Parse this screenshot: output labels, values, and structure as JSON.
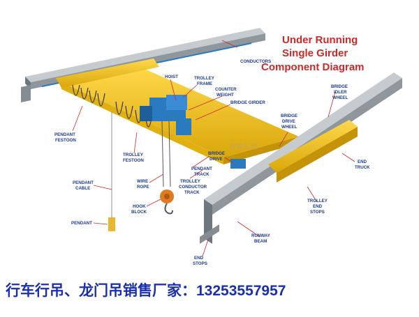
{
  "title": [
    "Under Running",
    "Single Girder",
    "Component Diagram"
  ],
  "labels": {
    "conductors": "CONDUCTORS",
    "hoist": "HOIST",
    "trolley_frame": [
      "TROLLEY",
      "FRAME"
    ],
    "counter_weight": [
      "COUNTER",
      "WEIGHT"
    ],
    "bridge_girder": "BRIDGE GIRDER",
    "bridge_idler_wheel": [
      "BRIDGE",
      "IDLER",
      "WHEEL"
    ],
    "bridge_drive_wheel": [
      "BRIDGE",
      "DRIVE",
      "WHEEL"
    ],
    "pendant_festoon": [
      "PENDANT",
      "FESTOON"
    ],
    "trolley_festoon": [
      "TROLLEY",
      "FESTOON"
    ],
    "bridge_drive": [
      "BRIDGE",
      "DRIVE"
    ],
    "pendant_track": [
      "PENDANT",
      "TRACK"
    ],
    "end_truck": [
      "END",
      "TRUCK"
    ],
    "pendant_cable": [
      "PENDANT",
      "CABLE"
    ],
    "wire_rope": [
      "WIRE",
      "ROPE"
    ],
    "trolley_conductor_track": [
      "TROLLEY",
      "CONDUCTOR",
      "TRACK"
    ],
    "hook_block": [
      "HOOK",
      "BLOCK"
    ],
    "trolley_end_stops": [
      "TROLLEY",
      "END",
      "STOPS"
    ],
    "pendant": "PENDANT",
    "runway_beam": [
      "RUNWAY",
      "BEAM"
    ],
    "end_stops": [
      "END",
      "STOPS"
    ]
  },
  "watermark": "有限公司",
  "footer": "行车行吊、龙门吊销售厂家：13253557957",
  "colors": {
    "label": "#1a3a8a",
    "title": "#d02828",
    "footer": "#1a2fb0",
    "steel": "#a8afb4",
    "yellow": "#f2c419",
    "hoist_blue": "#2a7ac0"
  }
}
